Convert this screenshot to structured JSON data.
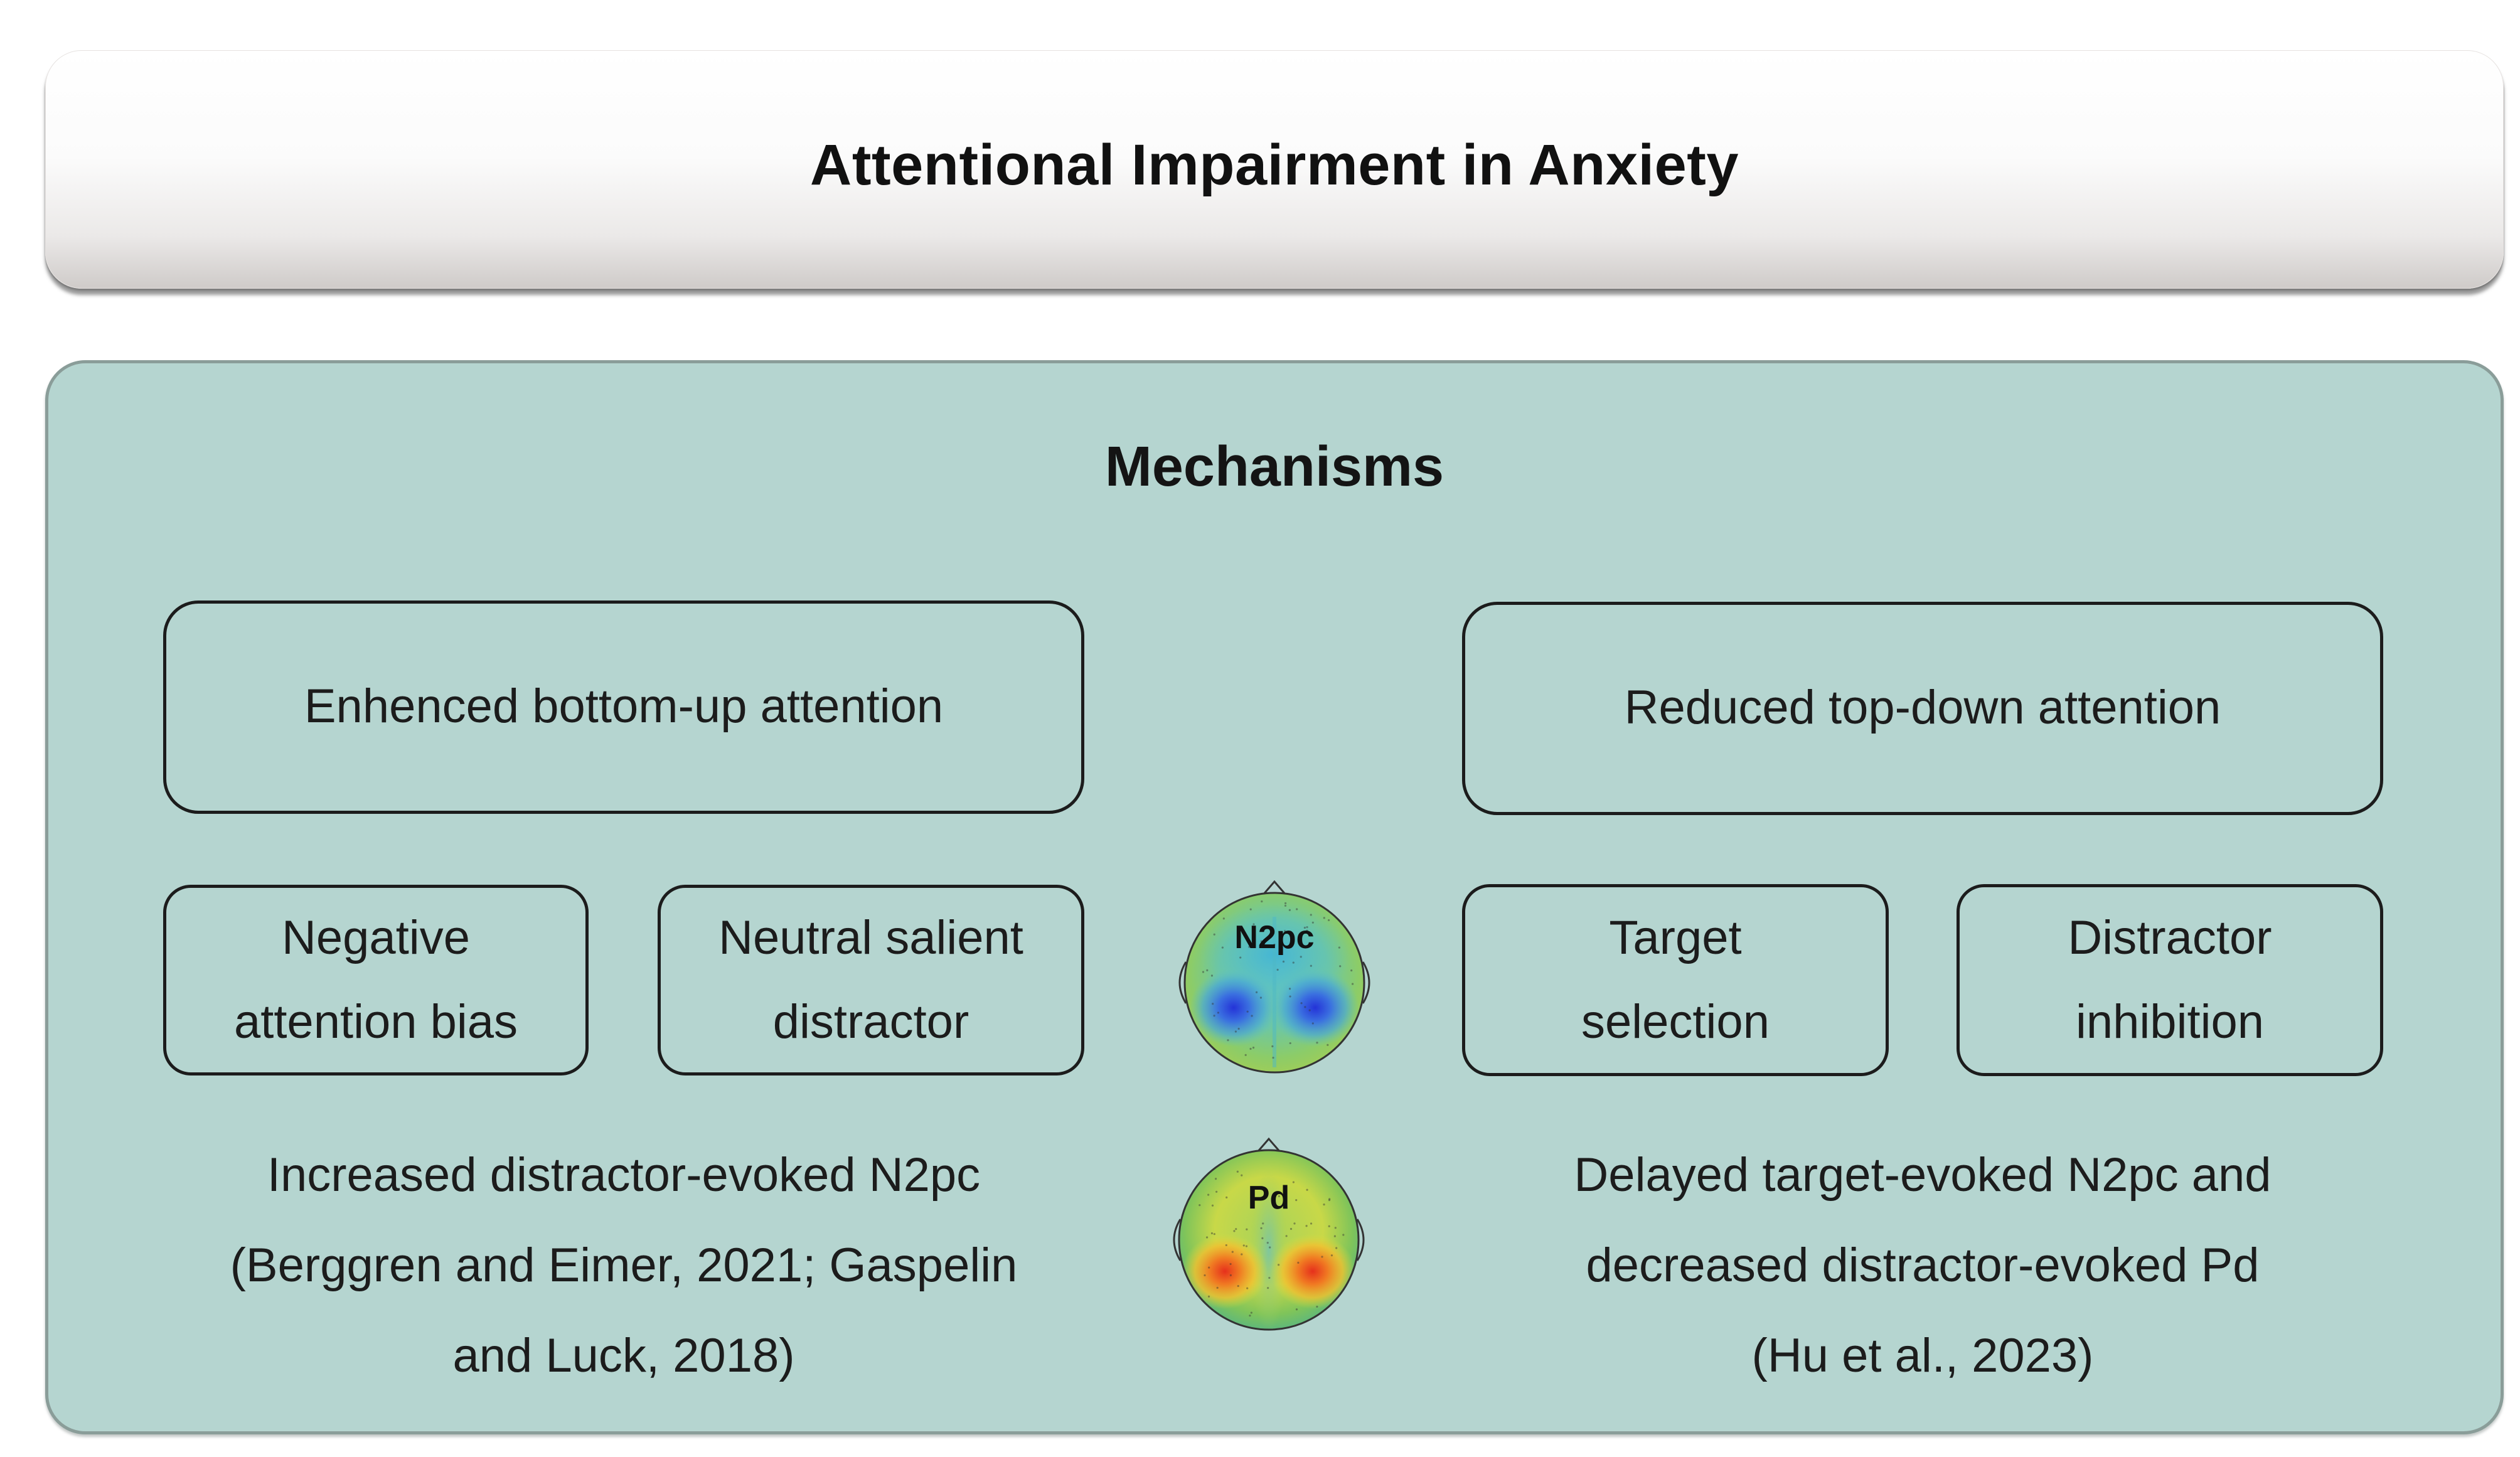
{
  "title": "Attentional Impairment in Anxiety",
  "panel": {
    "heading": "Mechanisms",
    "left": {
      "main_box": "Enhenced bottom-up attention",
      "sub_boxes": [
        {
          "line1": "Negative",
          "line2": "attention bias"
        },
        {
          "line1": "Neutral salient",
          "line2": "distractor"
        }
      ],
      "caption": {
        "line1": "Increased distractor-evoked N2pc",
        "line2": "(Berggren and Eimer, 2021; Gaspelin",
        "line3": "and Luck, 2018)"
      }
    },
    "right": {
      "main_box": "Reduced top-down attention",
      "sub_boxes": [
        {
          "line1": "Target",
          "line2": "selection"
        },
        {
          "line1": "Distractor",
          "line2": "inhibition"
        }
      ],
      "caption": {
        "line1": "Delayed target-evoked N2pc and",
        "line2": "decreased distractor-evoked Pd",
        "line3": "(Hu et al., 2023)"
      }
    },
    "topomaps": [
      {
        "label": "N2pc",
        "palette": "blue-negative"
      },
      {
        "label": "Pd",
        "palette": "red-positive"
      }
    ]
  },
  "colors": {
    "panel_fill": "#b5d5d0",
    "panel_border": "#8a9d99",
    "box_border": "#1c1c1c"
  }
}
